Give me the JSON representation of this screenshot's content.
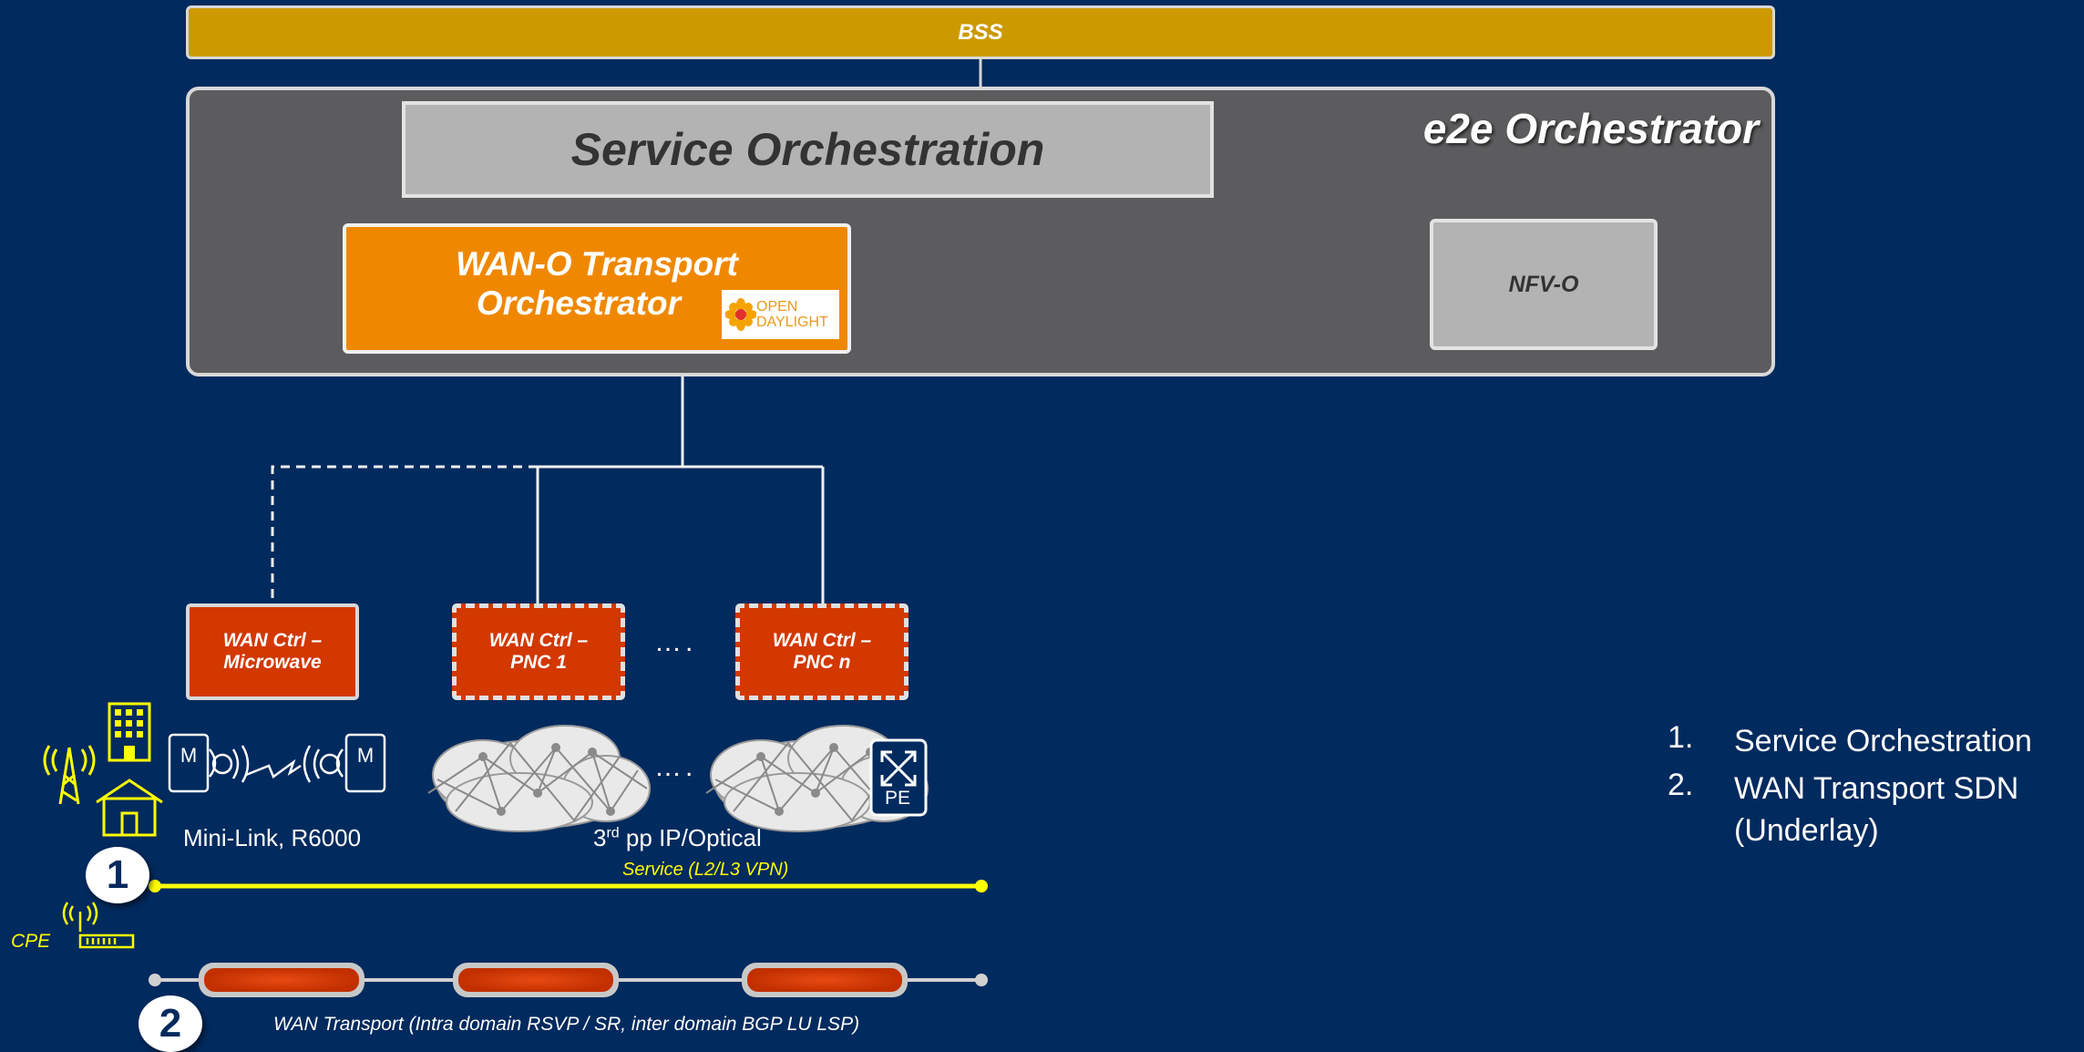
{
  "bss": {
    "label": "BSS"
  },
  "e2e": {
    "title": "e2e Orchestrator"
  },
  "service_orchestration": {
    "label": "Service Orchestration"
  },
  "wan_o": {
    "line1": "WAN-O Transport",
    "line2": "Orchestrator",
    "logo_line1": "OPEN",
    "logo_line2": "DAYLIGHT"
  },
  "nfvo": {
    "label": "NFV-O"
  },
  "controllers": [
    {
      "line1": "WAN Ctrl –",
      "line2": "Microwave"
    },
    {
      "line1": "WAN Ctrl –",
      "line2": "PNC 1"
    },
    {
      "line1": "WAN Ctrl –",
      "line2": "PNC n"
    }
  ],
  "ellipsis": "….",
  "network": {
    "minilink_label": "Mini-Link, R6000",
    "ipopt_prefix": "3",
    "ipopt_sup": "rd",
    "ipopt_suffix": " pp IP/Optical",
    "pe_label": "PE",
    "microwave_icon_label": "M"
  },
  "service_line": {
    "label": "Service (L2/L3 VPN)",
    "color": "#ffff00"
  },
  "cpe": {
    "label": "CPE"
  },
  "wan_transport": {
    "label": "WAN Transport (Intra domain RSVP / SR, inter domain BGP LU LSP)"
  },
  "markers": [
    "1",
    "2"
  ],
  "list": [
    {
      "num": "1.",
      "text": "Service Orchestration"
    },
    {
      "num": "2.",
      "text": "WAN Transport SDN (Underlay)"
    }
  ],
  "colors": {
    "background": "#012a5e",
    "bss": "#cc9a00",
    "e2e_box": "#5c5c5e",
    "wan_o": "#ef8800",
    "controller": "#d23800",
    "icons": "#ffff00"
  },
  "icons": [
    "cell-tower-icon",
    "building-icon",
    "house-icon",
    "microwave-antenna-icon",
    "ip-cloud-icon",
    "pe-router-icon",
    "cpe-router-icon",
    "opendaylight-flower-icon"
  ]
}
